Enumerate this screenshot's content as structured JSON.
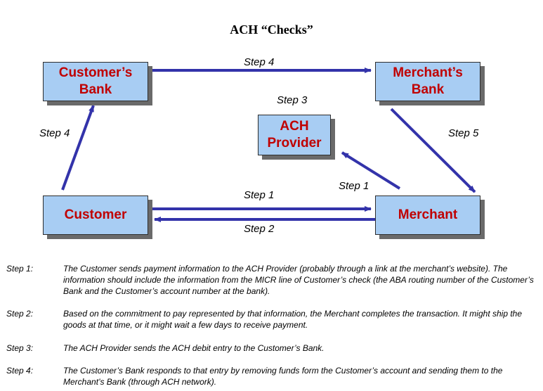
{
  "title": "ACH “Checks”",
  "nodes": {
    "customers_bank": "Customer’s\nBank",
    "merchants_bank": "Merchant’s\nBank",
    "ach_provider": "ACH\nProvider",
    "customer": "Customer",
    "merchant": "Merchant"
  },
  "arrow_labels": {
    "top": "Step 4",
    "left": "Step 4",
    "center": "Step 3",
    "right": "Step 5",
    "merchant_to_provider": "Step 1",
    "customer_to_merchant": "Step 1",
    "merchant_to_customer": "Step 2"
  },
  "colors": {
    "box_fill": "#a8cdf3",
    "box_text": "#c00000",
    "arrow": "#3333aa",
    "shadow": "#6a6a6a"
  },
  "steps": [
    {
      "key": "Step 1:",
      "text": "The Customer sends payment information to the ACH Provider (probably through a link at the merchant’s website).  The information should include the information from the MICR line of Customer’s check (the ABA routing number of the Customer’s Bank and the Customer’s account number at the bank)."
    },
    {
      "key": "Step 2:",
      "text": "Based on the commitment to pay represented by that information, the Merchant completes the transaction.  It might ship the goods at that time, or it might wait a few days to receive payment."
    },
    {
      "key": "Step 3:",
      "text": "The ACH Provider sends the ACH debit entry to the Customer’s Bank."
    },
    {
      "key": "Step 4:",
      "text": "The Customer’s Bank responds to that entry by removing funds form the Customer’s account and sending them to the Merchant’s Bank (through ACH network)."
    }
  ]
}
